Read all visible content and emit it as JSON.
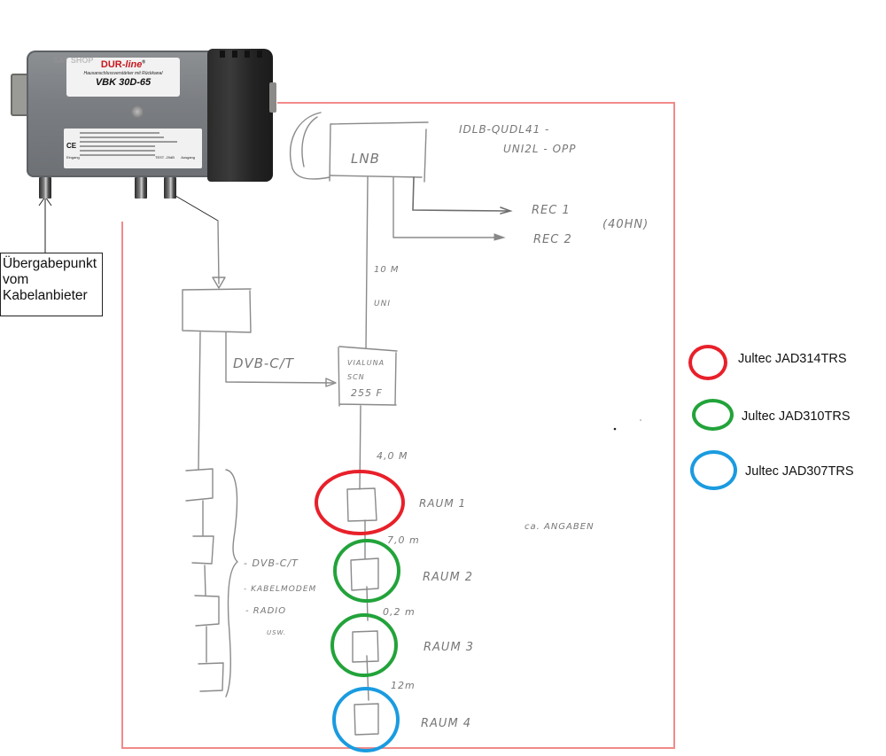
{
  "device": {
    "watermark": "SAT SHOP",
    "brand_prefix": "DUR-",
    "brand_suffix": "line",
    "brand_mark": "®",
    "subtitle": "Hausanschlussverstärker mit Rückkanal",
    "model": "VBK 30D-65",
    "ce_mark": "CE",
    "input_label": "Eingang",
    "test_label": "TEST -20dB",
    "output_label": "Ausgang"
  },
  "callout": {
    "lines": [
      "Übergabepunkt",
      "vom",
      "Kabelanbieter"
    ]
  },
  "sketch": {
    "lnb_label": "LNB",
    "lnb_model_line1": "IDLB-QUDL41 -",
    "lnb_model_line2": "UNI2L - OPP",
    "rec1": "REC 1",
    "rec2": "REC 2",
    "rec_note": "(40HN)",
    "cable_lnb_length": "10 M",
    "cable_lnb_type": "UNI",
    "dvb_label": "DVB-C/T",
    "multiswitch_line1": "VIALUNA",
    "multiswitch_line2": "SCN",
    "multiswitch_line3": "255 F",
    "segment_lengths": [
      "4,0 M",
      "7,0 m",
      "0,2 m",
      "12m"
    ],
    "rooms": [
      "RAUM 1",
      "RAUM 2",
      "RAUM 3",
      "RAUM 4"
    ],
    "cable_services": [
      "- DVB-C/T",
      "- KABELMODEM",
      "- RADIO",
      "USW."
    ],
    "note": "ca. ANGABEN"
  },
  "legend": [
    {
      "label": "Jultec JAD314TRS",
      "color": "#e8202a"
    },
    {
      "label": "Jultec JAD310TRS",
      "color": "#22a33a"
    },
    {
      "label": "Jultec JAD307TRS",
      "color": "#1a9be0"
    }
  ],
  "colors": {
    "frame": "#f28a8a",
    "pencil": "#8a8a8a"
  }
}
